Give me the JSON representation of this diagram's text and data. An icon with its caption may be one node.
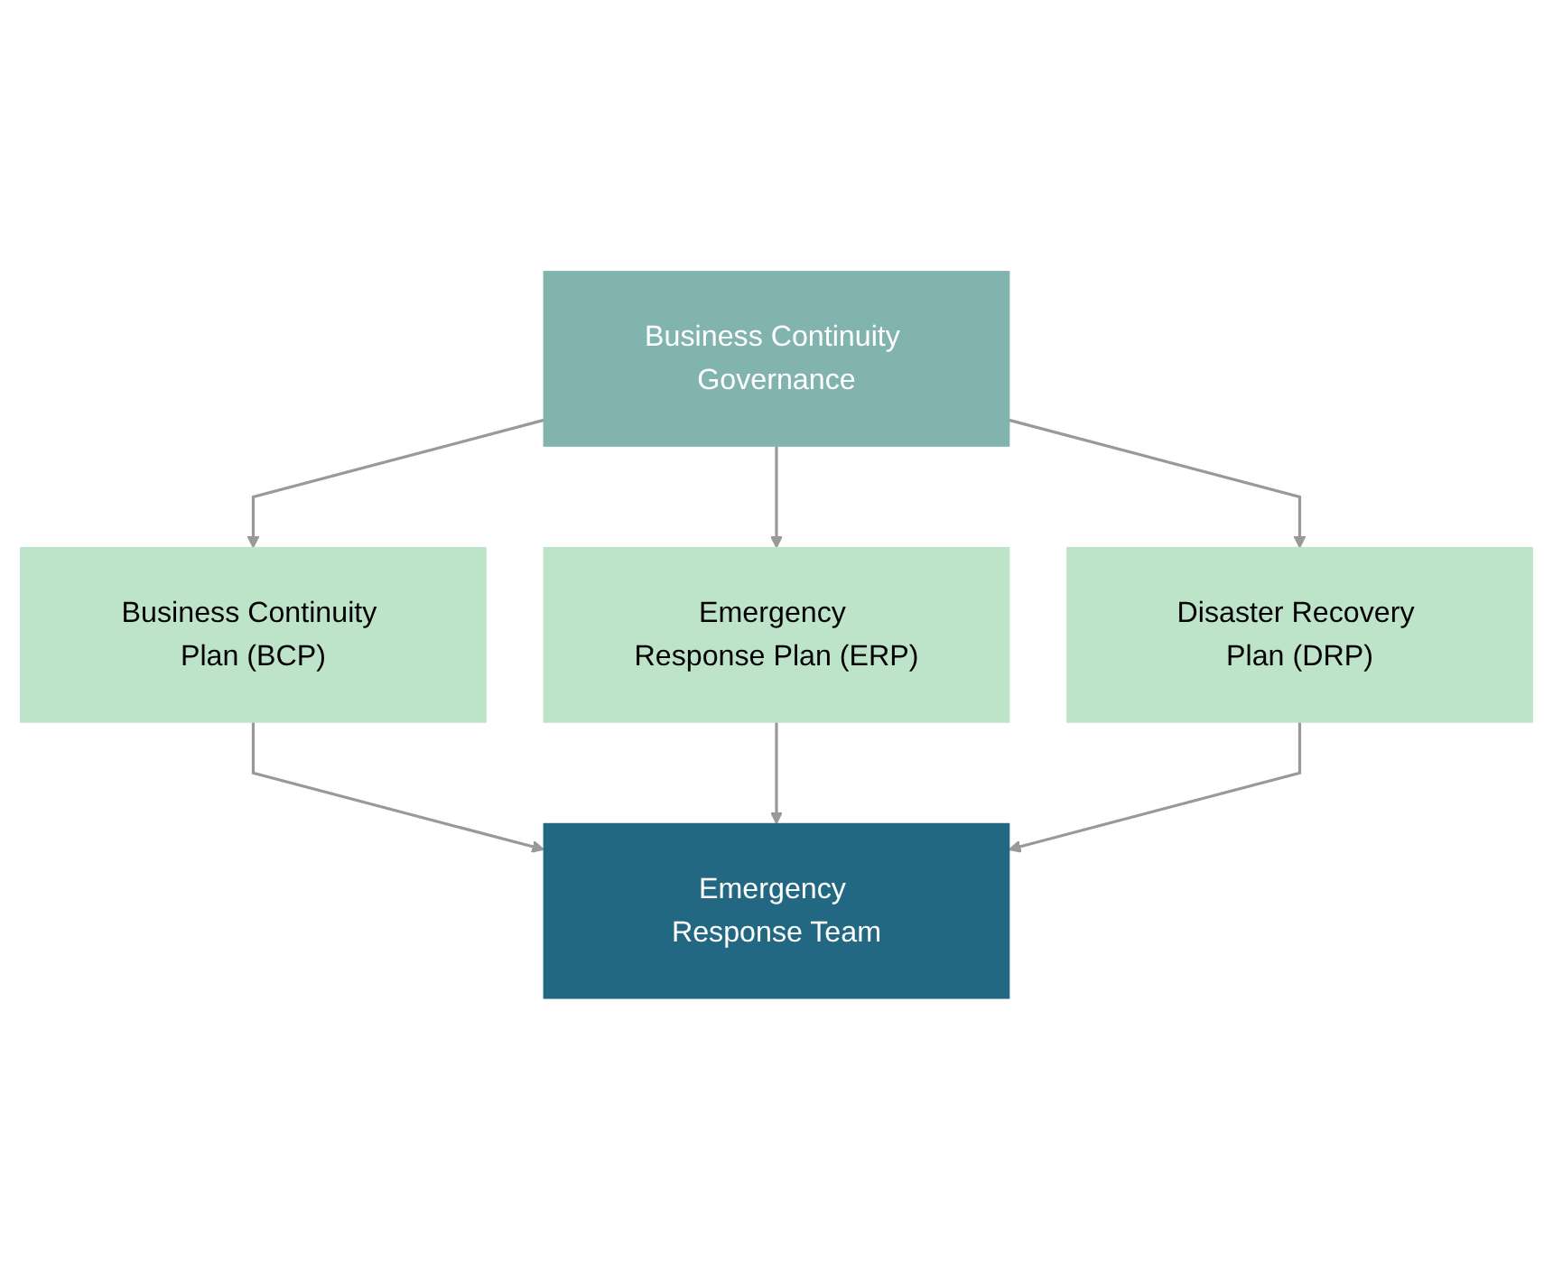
{
  "diagram": {
    "nodes": [
      {
        "text": [
          "Business Continuity Governance"
        ]
      },
      {
        "text": [
          "Business Continuity Plan (BCP)"
        ]
      },
      {
        "text": [
          "Emergency Response Plan (ERP)"
        ]
      },
      {
        "text": [
          "Disaster Recovery Plan (DRP)"
        ]
      },
      {
        "text": [
          "Emergency Response Team"
        ]
      }
    ],
    "edges": [
      {
        "from": 0,
        "to": 1,
        "arrow": "to"
      },
      {
        "from": 0,
        "to": 2,
        "arrow": "to"
      },
      {
        "from": 0,
        "to": 3,
        "arrow": "to"
      },
      {
        "from": 1,
        "to": 4,
        "arrow": "to"
      },
      {
        "from": 2,
        "to": 4,
        "arrow": "to"
      },
      {
        "from": 3,
        "to": 4,
        "arrow": "to"
      }
    ]
  }
}
